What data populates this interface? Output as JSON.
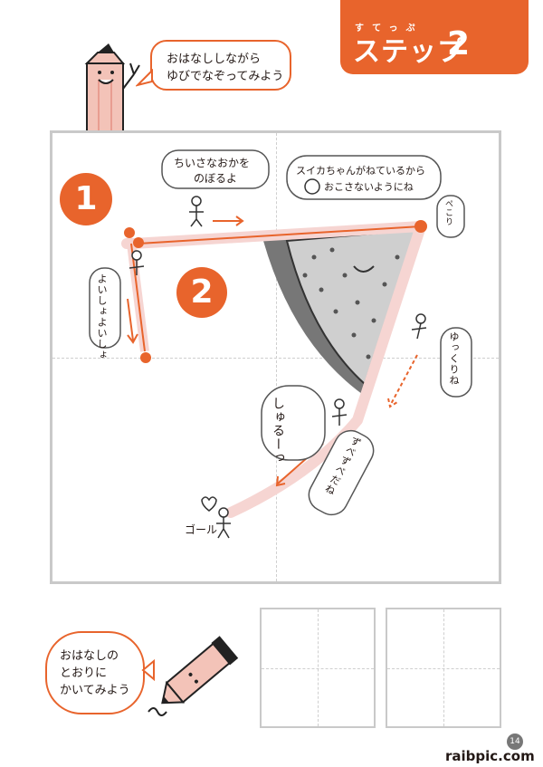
{
  "step": {
    "ruby": "すてっぷ",
    "title": "ステップ",
    "number": "2"
  },
  "bubbles": {
    "top": [
      "おはなししながら",
      "ゆびでなぞってみよう"
    ],
    "bottom": [
      "おはなしの",
      "とおりに",
      "かいてみよう"
    ]
  },
  "map": {
    "num1": "1",
    "num2": "2",
    "hill_line1": "ちいさなおかを",
    "hill_line2": "のぼるよ",
    "watermelon_line1": "スイカちゃんがねているから",
    "watermelon_line2": "おこさないようにね",
    "yoisho": "よいしょよいしょ",
    "pecori": "ぺこり",
    "yukkuri": "ゆっくりね",
    "shuru": "しゅるーっ",
    "zubezube": "ずべずべだね",
    "goal": "ゴール"
  },
  "page": {
    "number": "14",
    "watermark": "raibpic.com"
  },
  "colors": {
    "accent": "#e8642c",
    "path": "#f6d5d2",
    "frame": "#c9c9c9"
  }
}
